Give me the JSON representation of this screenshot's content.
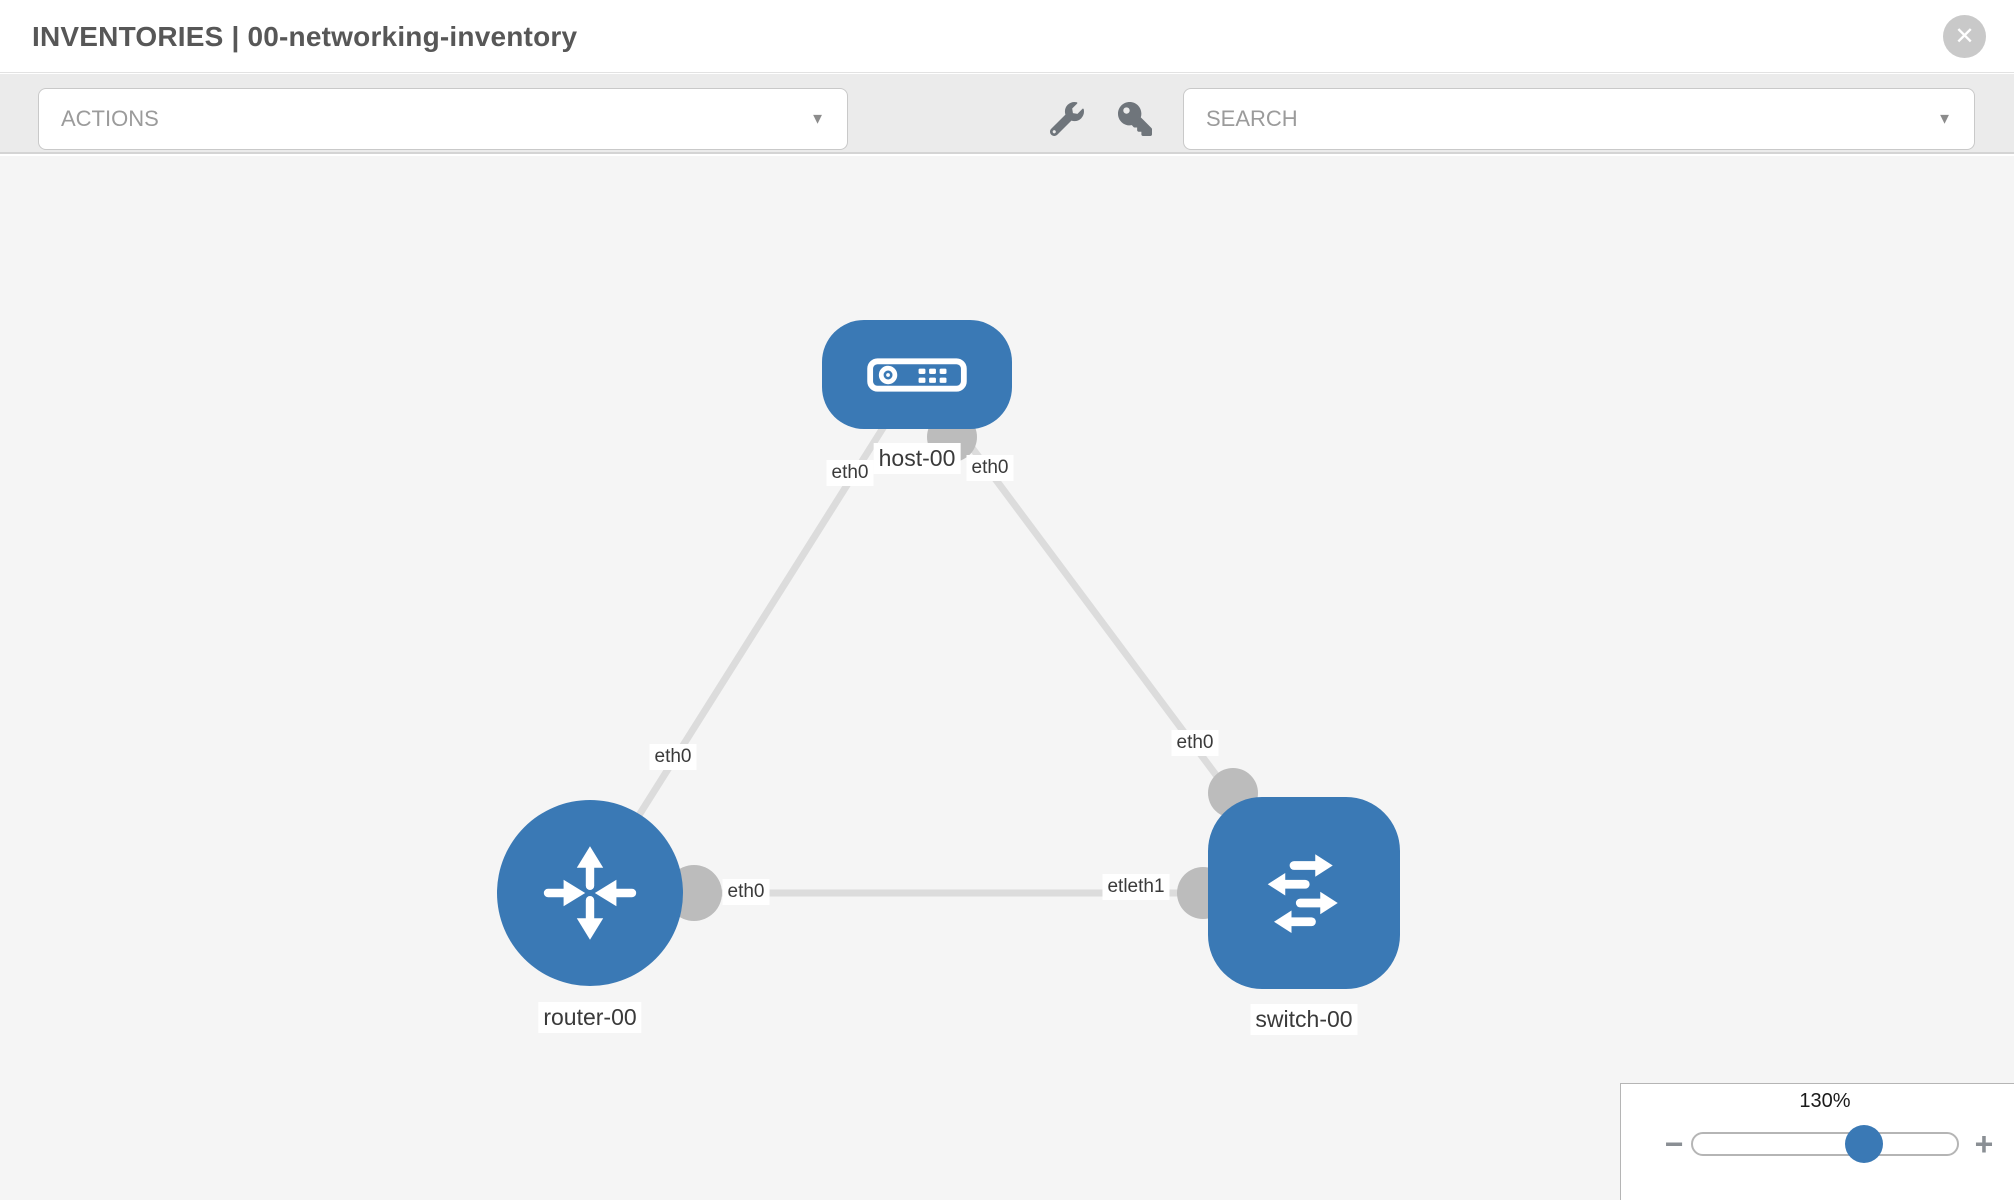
{
  "header": {
    "title": "INVENTORIES | 00-networking-inventory",
    "close_glyph": "✕"
  },
  "toolbar": {
    "actions_label": "ACTIONS",
    "search_label": "SEARCH",
    "caret_glyph": "▼",
    "icons": [
      "wrench-icon",
      "key-icon"
    ]
  },
  "topology": {
    "nodes": [
      {
        "id": "host-00",
        "type": "host",
        "label": "host-00",
        "icon": "server-icon"
      },
      {
        "id": "router-00",
        "type": "router",
        "label": "router-00",
        "icon": "router-arrows-icon"
      },
      {
        "id": "switch-00",
        "type": "switch",
        "label": "switch-00",
        "icon": "switch-arrows-icon"
      }
    ],
    "links": [
      {
        "from": "host-00",
        "to": "router-00",
        "from_interface": "eth0",
        "to_interface": "eth0"
      },
      {
        "from": "host-00",
        "to": "switch-00",
        "from_interface": "eth0",
        "to_interface": "eth0"
      },
      {
        "from": "router-00",
        "to": "switch-00",
        "from_interface": "eth0",
        "to_interface": "etleth1"
      }
    ],
    "interface_labels": {
      "host_to_router": "eth0",
      "host_to_switch": "eth0",
      "router_to_host": "eth0",
      "switch_to_host": "eth0",
      "router_to_switch": "eth0",
      "switch_to_router": "etleth1"
    }
  },
  "zoom_control": {
    "value_label": "130%",
    "percent": 130,
    "minus_glyph": "−",
    "plus_glyph": "+"
  },
  "colors": {
    "node_blue": "#3a79b5",
    "link_gray": "#dcdcdc",
    "interface_dot_gray": "#bcbcbc",
    "toolbar_bg": "#ebebeb",
    "canvas_bg": "#f5f5f5",
    "title_gray": "#575757"
  }
}
